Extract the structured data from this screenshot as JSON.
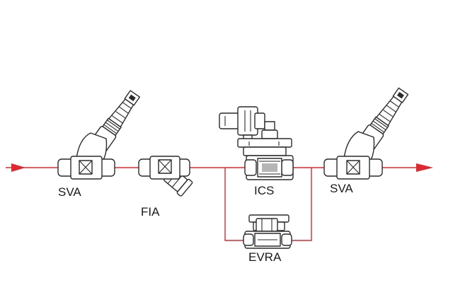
{
  "diagram": {
    "labels": {
      "sva_left": "SVA",
      "fia": "FIA",
      "ics": "ICS",
      "sva_right": "SVA",
      "evra": "EVRA"
    },
    "colors": {
      "pipe": "#e0262f",
      "outline": "#2a2a2a",
      "background": "#ffffff"
    },
    "components": [
      {
        "id": "sva_left",
        "type": "stop valve (angled spindle)"
      },
      {
        "id": "fia",
        "type": "filter"
      },
      {
        "id": "ics",
        "type": "servo valve with solenoid pilot"
      },
      {
        "id": "evra",
        "type": "solenoid valve (bypass)"
      },
      {
        "id": "sva_right",
        "type": "stop valve (angled spindle)"
      }
    ],
    "flow_direction": "left-to-right"
  }
}
